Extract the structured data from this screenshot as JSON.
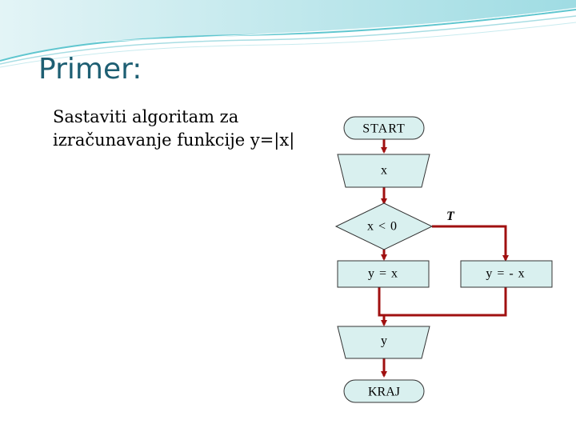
{
  "slide": {
    "title": "Primer:",
    "task_lines": [
      "Sastaviti algoritam za",
      "izračunavanje funkcije y=|x|"
    ]
  },
  "flowchart": {
    "start": "START",
    "input": "x",
    "decision": "x < 0",
    "true_label": "T",
    "assign_false": "y = x",
    "assign_true": "y = - x",
    "output": "y",
    "end": "KRAJ"
  },
  "colors": {
    "shape_fill": "#d9f0ef",
    "shape_stroke": "#333333",
    "arrow": "#a01010",
    "title": "#1e5f73",
    "header_teal": "#5fc6cf"
  }
}
